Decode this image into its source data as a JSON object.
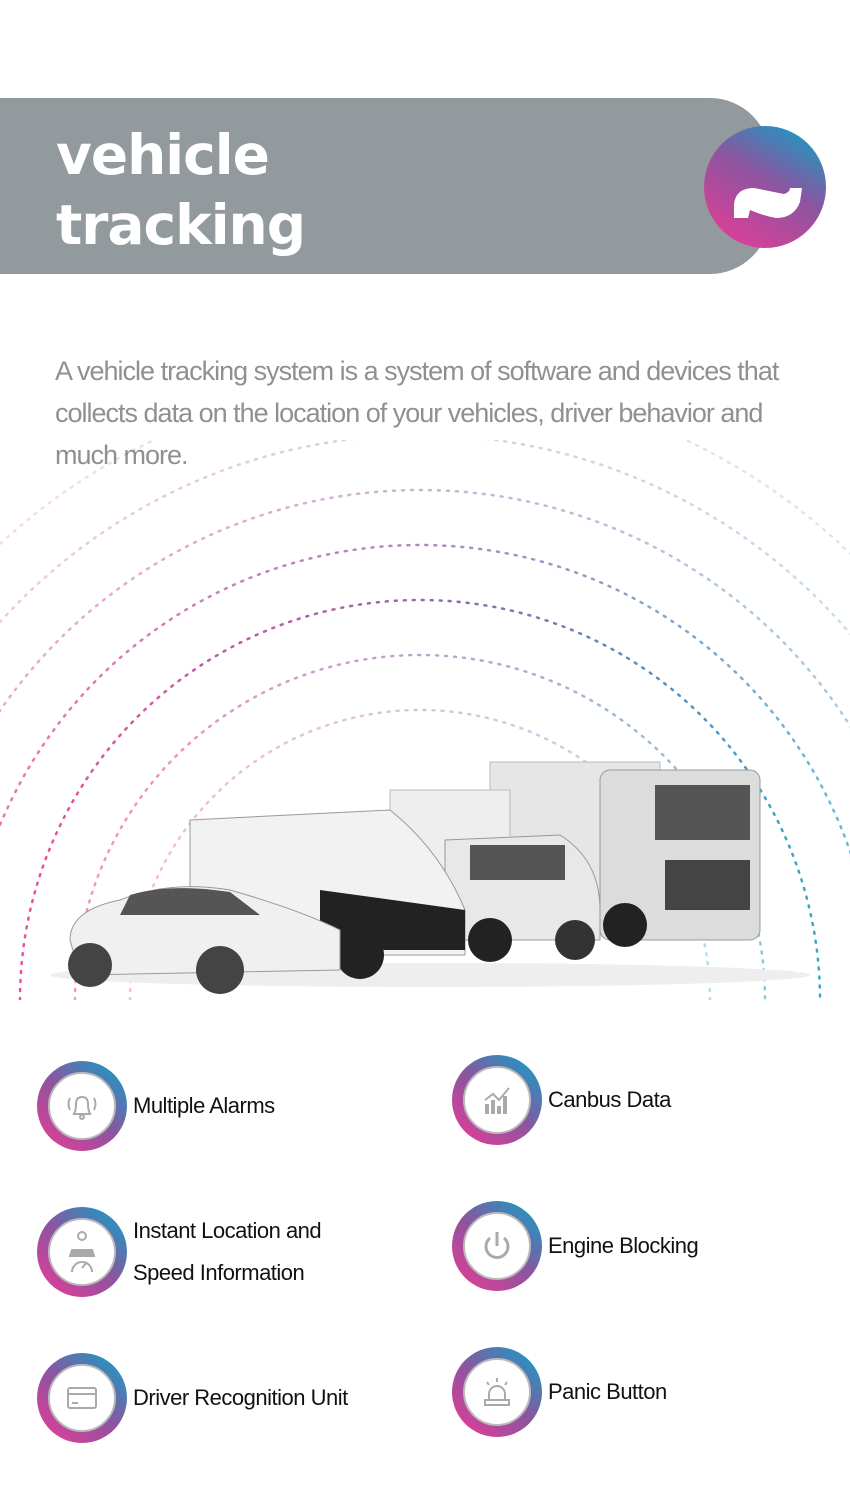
{
  "header": {
    "title": "vehicle tracking system"
  },
  "intro": "A vehicle tracking system is a system of software and devices that collects data on the location of your vehicles, driver behavior and much more.",
  "features": [
    {
      "label": "Multiple Alarms",
      "icon": "bell-icon"
    },
    {
      "label": "Canbus Data",
      "icon": "chart-icon"
    },
    {
      "label_lines": [
        "Instant Location and",
        "Speed Information"
      ],
      "icon": "location-speed-icon"
    },
    {
      "label": "Engine Blocking",
      "icon": "power-icon"
    },
    {
      "label": "Driver Recognition Unit",
      "icon": "card-icon"
    },
    {
      "label": "Panic Button",
      "icon": "siren-icon"
    }
  ],
  "colors": {
    "band": "#939a9d",
    "pink": "#ee3a96",
    "purple": "#8b55a0",
    "teal": "#07a7c9"
  }
}
